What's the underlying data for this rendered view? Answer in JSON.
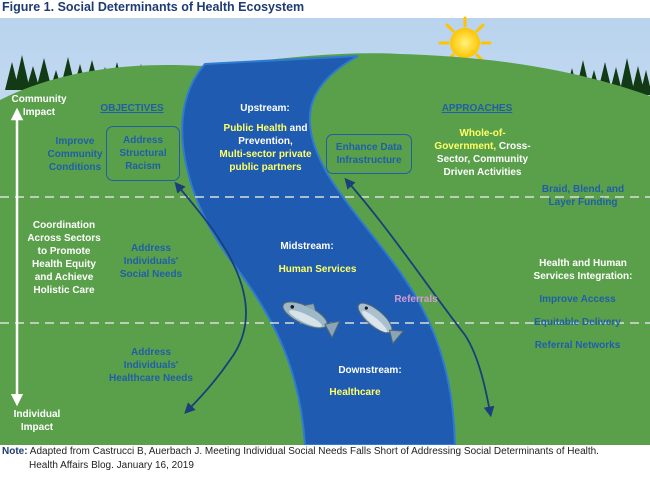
{
  "figure_title": "Figure 1.  Social Determinants of Health Ecosystem",
  "left_axis": {
    "top": "Community\nImpact",
    "bottom": "Individual\nImpact"
  },
  "objectives": {
    "header": "OBJECTIVES",
    "community": "Improve\nCommunity\nConditions",
    "structural": "Address\nStructural\nRacism",
    "social_needs": "Address\nIndividuals'\nSocial Needs",
    "healthcare_needs": "Address\nIndividuals'\nHealthcare Needs"
  },
  "coordination": "Coordination\nAcross Sectors\nto Promote\nHealth Equity\nand Achieve\nHolistic Care",
  "stream": {
    "upstream_title": "Upstream:",
    "upstream_line1a": "Public Health",
    "upstream_line1b": " and",
    "upstream_line2": "Prevention,",
    "upstream_line3": "Multi-sector private",
    "upstream_line4": "public partners",
    "midstream_title": "Midstream:",
    "midstream_body": "Human Services",
    "referrals": "Referrals",
    "downstream_title": "Downstream:",
    "downstream_body": "Healthcare"
  },
  "approaches": {
    "header": "APPROACHES",
    "data_box": "Enhance Data\nInfrastructure",
    "whole_gov_a": "Whole-of-",
    "whole_gov_b": "Government,",
    "whole_gov_c": " Cross-",
    "whole_gov_d": "Sector, Community\nDriven Activities",
    "braid": "Braid, Blend, and\nLayer Funding",
    "integration": "Health and Human\nServices Integration:",
    "improve_access": "Improve Access",
    "equitable": "Equitable Delivery",
    "referral_networks": "Referral Networks"
  },
  "note": {
    "label": "Note:",
    "line1": " Adapted from Castrucci B, Auerbach J.  Meeting Individual Social Needs Falls Short of Addressing Social Determinants of Health.",
    "line2": "Health Affairs Blog.  January 16, 2019"
  },
  "colors": {
    "sky": "#ccdff2",
    "grass": "#5aa04a",
    "river": "#1f5bb0",
    "river_edge": "#2e7bd1",
    "text_blue": "#1f5fa8",
    "highlight_yellow": "#ffff66",
    "sun": "#ffd21a"
  }
}
